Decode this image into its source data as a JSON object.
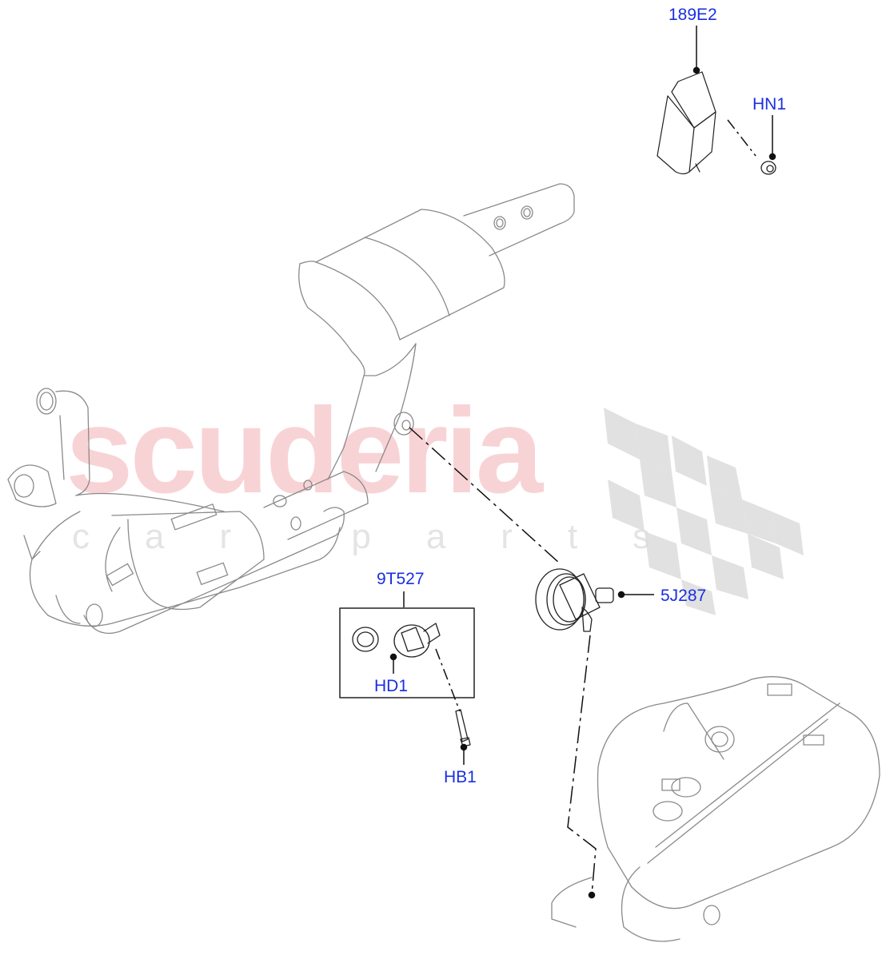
{
  "diagram": {
    "type": "exploded parts diagram",
    "subject": "Exhaust system and fuel tank components",
    "watermark": {
      "brand": "scuderia",
      "tagline": "car parts",
      "brand_color": "#f8d3d6",
      "tagline_color": "#e4e4e4"
    },
    "label_color": "#1a2fe0",
    "callouts": [
      {
        "id": "189E2",
        "label": "189E2",
        "part": "module bracket housing"
      },
      {
        "id": "HN1",
        "label": "HN1",
        "part": "nut"
      },
      {
        "id": "9T527",
        "label": "9T527",
        "part": "kit (seal ring and clamp)"
      },
      {
        "id": "HD1",
        "label": "HD1",
        "part": "clamp"
      },
      {
        "id": "HB1",
        "label": "HB1",
        "part": "bolt"
      },
      {
        "id": "5J287",
        "label": "5J287",
        "part": "pump / dosing unit"
      }
    ],
    "components": [
      {
        "name": "front exhaust pipe with catalytic converter"
      },
      {
        "name": "rear muffler and tailpipe"
      },
      {
        "name": "fuel tank with lines"
      }
    ]
  }
}
